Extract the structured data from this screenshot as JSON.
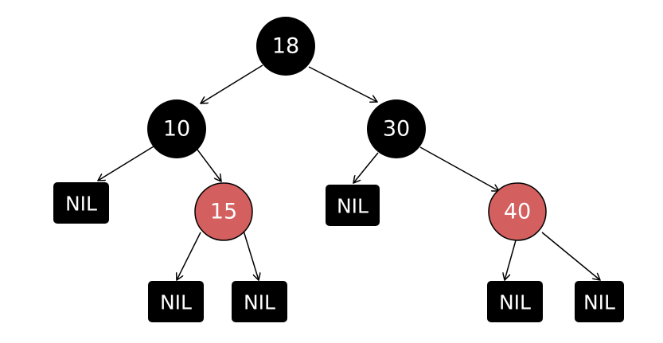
{
  "colors": {
    "black_node": "#000000",
    "red_node": "#d35f5f",
    "red_stroke": "#000000",
    "text": "#ffffff",
    "edge": "#000000",
    "background": "#ffffff"
  },
  "nodes": {
    "n18": {
      "label": "18",
      "color": "black"
    },
    "n10": {
      "label": "10",
      "color": "black"
    },
    "n30": {
      "label": "30",
      "color": "black"
    },
    "n15": {
      "label": "15",
      "color": "red"
    },
    "n40": {
      "label": "40",
      "color": "red"
    }
  },
  "nil_label": "NIL"
}
